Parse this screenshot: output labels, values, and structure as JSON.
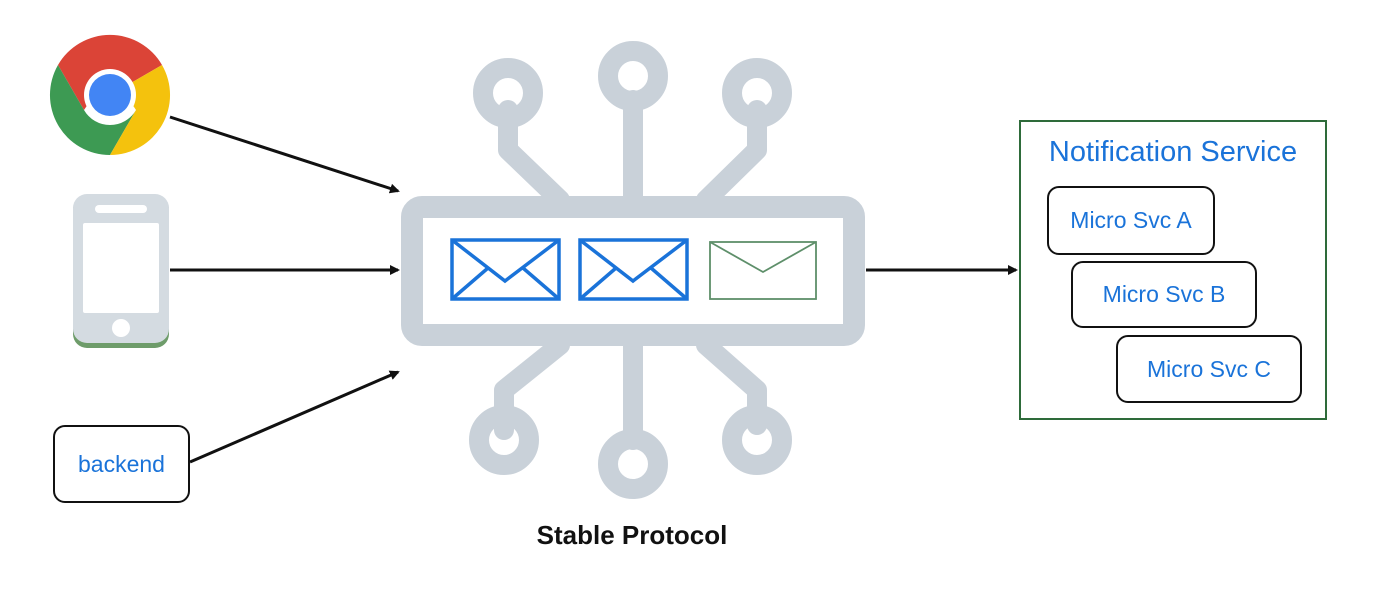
{
  "diagram": {
    "clients": {
      "browser_icon": "chrome-icon",
      "mobile_icon": "mobile-phone-icon",
      "backend_label": "backend"
    },
    "broker": {
      "icon": "circuit-hub-icon",
      "caption": "Stable Protocol",
      "messages": [
        "envelope-icon",
        "envelope-icon",
        "envelope-icon"
      ]
    },
    "notification_service": {
      "title": "Notification Service",
      "services": [
        "Micro Svc A",
        "Micro Svc B",
        "Micro Svc C"
      ]
    },
    "colors": {
      "hub_gray": "#c9d1d9",
      "accent_blue": "#1a73d9",
      "envelope_green": "#5e8f6a",
      "frame_green": "#2e6b3a",
      "arrow": "#111111"
    }
  }
}
